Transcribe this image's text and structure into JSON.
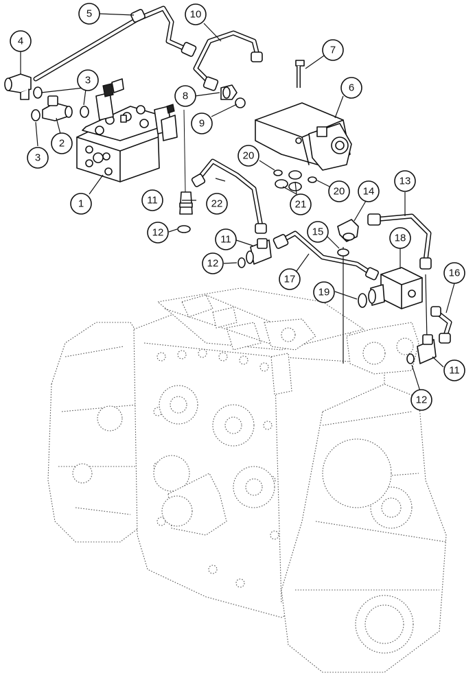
{
  "callouts": [
    {
      "label": "1"
    },
    {
      "label": "2"
    },
    {
      "label": "3"
    },
    {
      "label": "3"
    },
    {
      "label": "4"
    },
    {
      "label": "5"
    },
    {
      "label": "6"
    },
    {
      "label": "7"
    },
    {
      "label": "8"
    },
    {
      "label": "9"
    },
    {
      "label": "10"
    },
    {
      "label": "11"
    },
    {
      "label": "11"
    },
    {
      "label": "11"
    },
    {
      "label": "12"
    },
    {
      "label": "12"
    },
    {
      "label": "12"
    },
    {
      "label": "13"
    },
    {
      "label": "14"
    },
    {
      "label": "15"
    },
    {
      "label": "16"
    },
    {
      "label": "17"
    },
    {
      "label": "18"
    },
    {
      "label": "19"
    },
    {
      "label": "20"
    },
    {
      "label": "20"
    },
    {
      "label": "21"
    },
    {
      "label": "22"
    }
  ]
}
